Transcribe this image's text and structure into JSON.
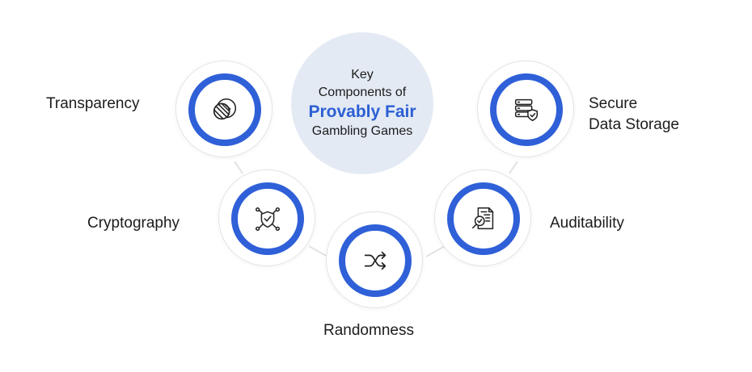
{
  "center": {
    "line1": "Key",
    "line2": "Components of",
    "highlight": "Provably Fair",
    "line4": "Gambling Games"
  },
  "components": [
    {
      "id": "transparency",
      "label": "Transparency",
      "icon": "globe-icon"
    },
    {
      "id": "cryptography",
      "label": "Cryptography",
      "icon": "shield-network-icon"
    },
    {
      "id": "randomness",
      "label": "Randomness",
      "icon": "shuffle-icon"
    },
    {
      "id": "auditability",
      "label": "Auditability",
      "icon": "document-audit-icon"
    },
    {
      "id": "secure-data-storage",
      "label_line1": "Secure",
      "label_line2": "Data Storage",
      "icon": "database-shield-icon"
    }
  ],
  "colors": {
    "accent": "#2f60d8",
    "center_fill": "#e3eaf4",
    "highlight_text": "#2c5fd4",
    "text": "#1c1c1c"
  }
}
